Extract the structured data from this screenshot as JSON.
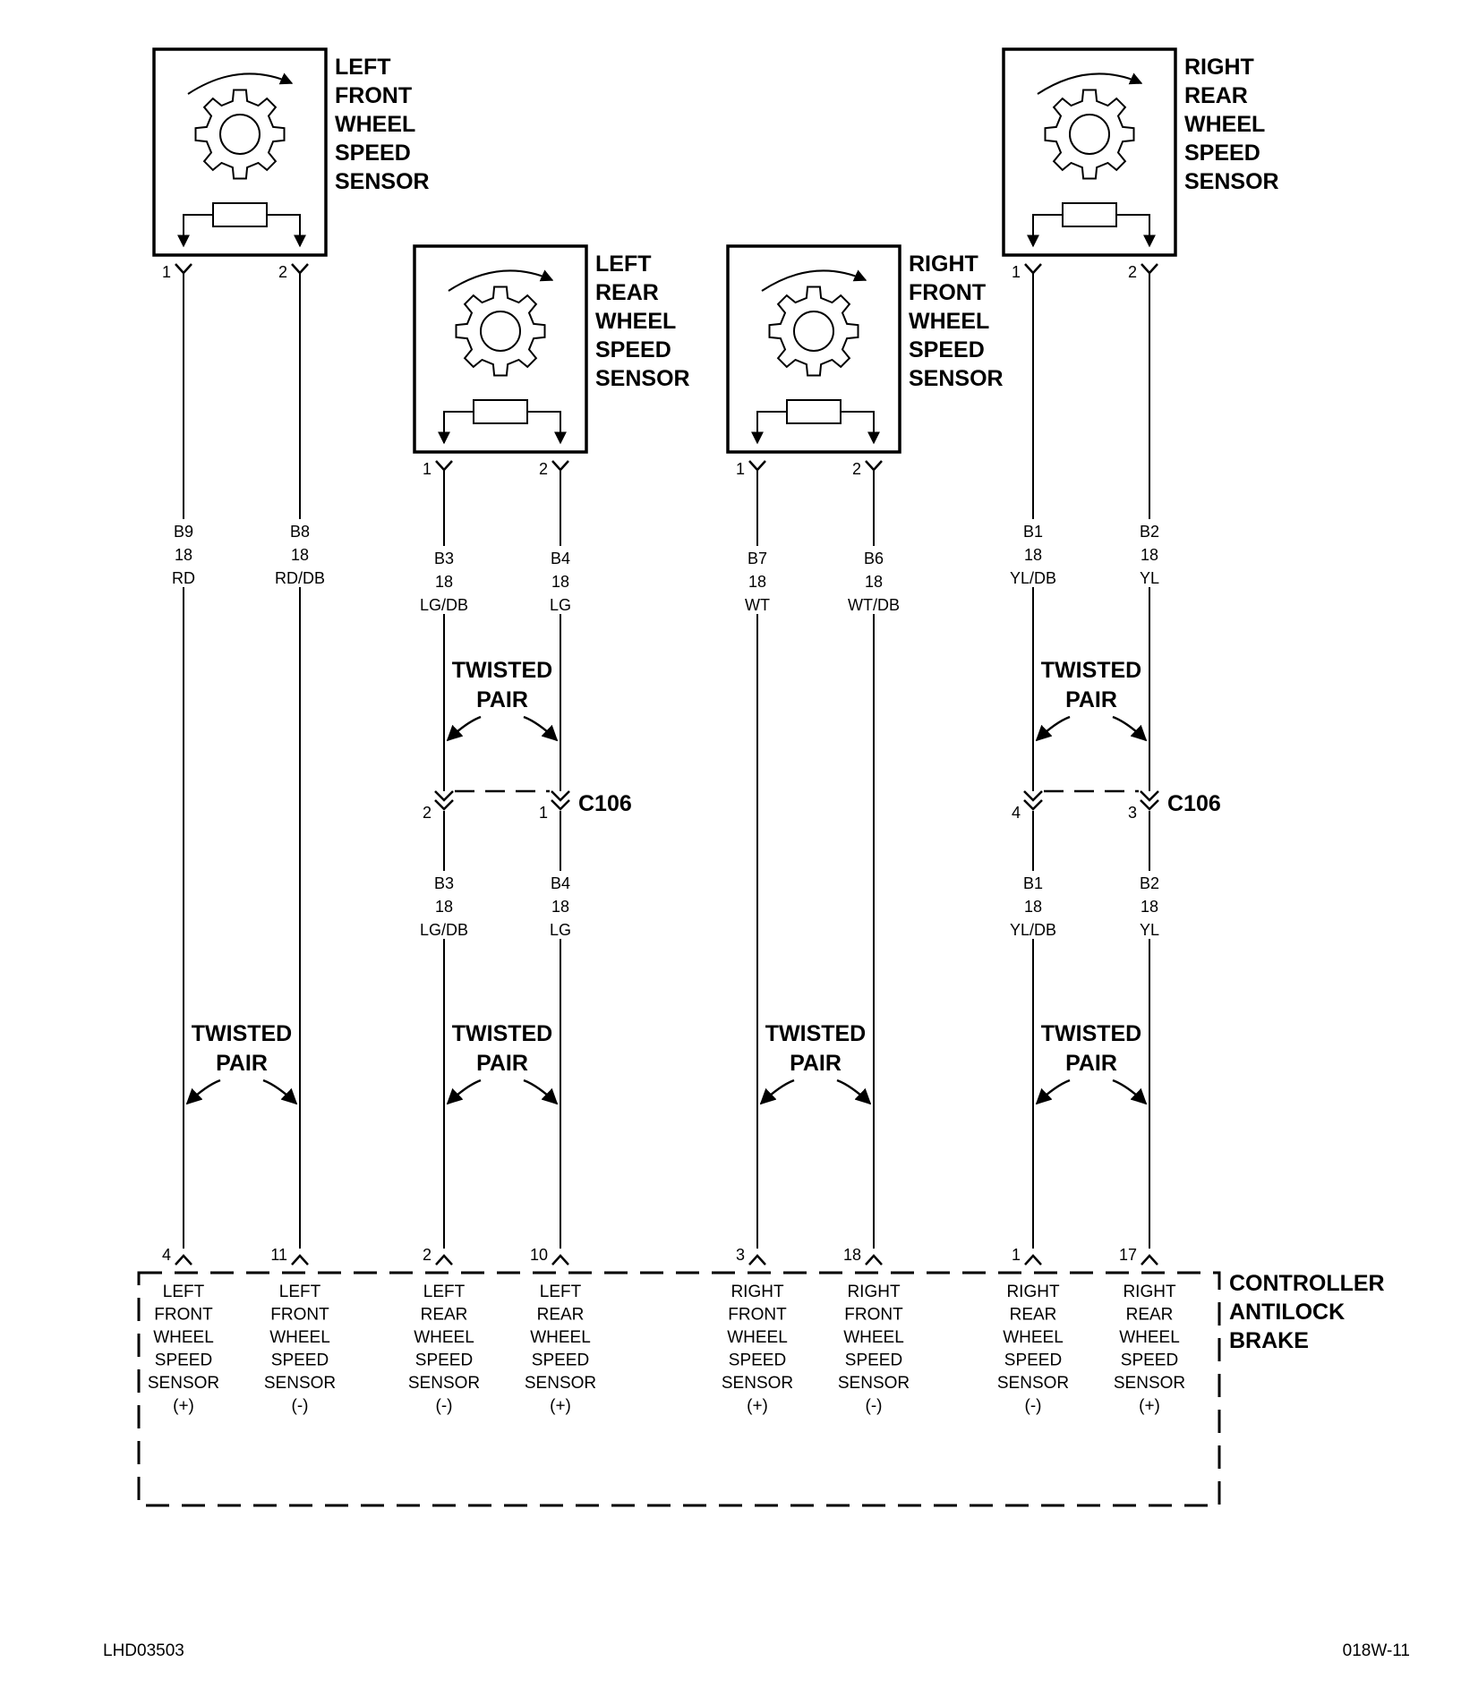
{
  "sensors": [
    {
      "id": "lf",
      "label": [
        "LEFT",
        "FRONT",
        "WHEEL",
        "SPEED",
        "SENSOR"
      ],
      "pins": [
        "1",
        "2"
      ]
    },
    {
      "id": "lr",
      "label": [
        "LEFT",
        "REAR",
        "WHEEL",
        "SPEED",
        "SENSOR"
      ],
      "pins": [
        "1",
        "2"
      ]
    },
    {
      "id": "rf",
      "label": [
        "RIGHT",
        "FRONT",
        "WHEEL",
        "SPEED",
        "SENSOR"
      ],
      "pins": [
        "1",
        "2"
      ]
    },
    {
      "id": "rr",
      "label": [
        "RIGHT",
        "REAR",
        "WHEEL",
        "SPEED",
        "SENSOR"
      ],
      "pins": [
        "1",
        "2"
      ]
    }
  ],
  "wires_upper": [
    [
      "B9",
      "18",
      "RD"
    ],
    [
      "B8",
      "18",
      "RD/DB"
    ],
    [
      "B3",
      "18",
      "LG/DB"
    ],
    [
      "B4",
      "18",
      "LG"
    ],
    [
      "B7",
      "18",
      "WT"
    ],
    [
      "B6",
      "18",
      "WT/DB"
    ],
    [
      "B1",
      "18",
      "YL/DB"
    ],
    [
      "B2",
      "18",
      "YL"
    ]
  ],
  "wires_lower": [
    [
      "B3",
      "18",
      "LG/DB"
    ],
    [
      "B4",
      "18",
      "LG"
    ],
    [
      "B1",
      "18",
      "YL/DB"
    ],
    [
      "B2",
      "18",
      "YL"
    ]
  ],
  "twisted_pair": [
    "TWISTED",
    "PAIR"
  ],
  "connector": {
    "name": "C106",
    "left_pins": [
      "2",
      "1"
    ],
    "right_pins": [
      "4",
      "3"
    ]
  },
  "controller": {
    "title": [
      "CONTROLLER",
      "ANTILOCK",
      "BRAKE"
    ],
    "pins": [
      "4",
      "11",
      "2",
      "10",
      "3",
      "18",
      "1",
      "17"
    ],
    "terminals": [
      [
        "LEFT",
        "FRONT",
        "WHEEL",
        "SPEED",
        "SENSOR",
        "(+)"
      ],
      [
        "LEFT",
        "FRONT",
        "WHEEL",
        "SPEED",
        "SENSOR",
        "(-)"
      ],
      [
        "LEFT",
        "REAR",
        "WHEEL",
        "SPEED",
        "SENSOR",
        "(-)"
      ],
      [
        "LEFT",
        "REAR",
        "WHEEL",
        "SPEED",
        "SENSOR",
        "(+)"
      ],
      [
        "RIGHT",
        "FRONT",
        "WHEEL",
        "SPEED",
        "SENSOR",
        "(+)"
      ],
      [
        "RIGHT",
        "FRONT",
        "WHEEL",
        "SPEED",
        "SENSOR",
        "(-)"
      ],
      [
        "RIGHT",
        "REAR",
        "WHEEL",
        "SPEED",
        "SENSOR",
        "(-)"
      ],
      [
        "RIGHT",
        "REAR",
        "WHEEL",
        "SPEED",
        "SENSOR",
        "(+)"
      ]
    ]
  },
  "footer": {
    "left": "LHD03503",
    "right": "018W-11"
  }
}
